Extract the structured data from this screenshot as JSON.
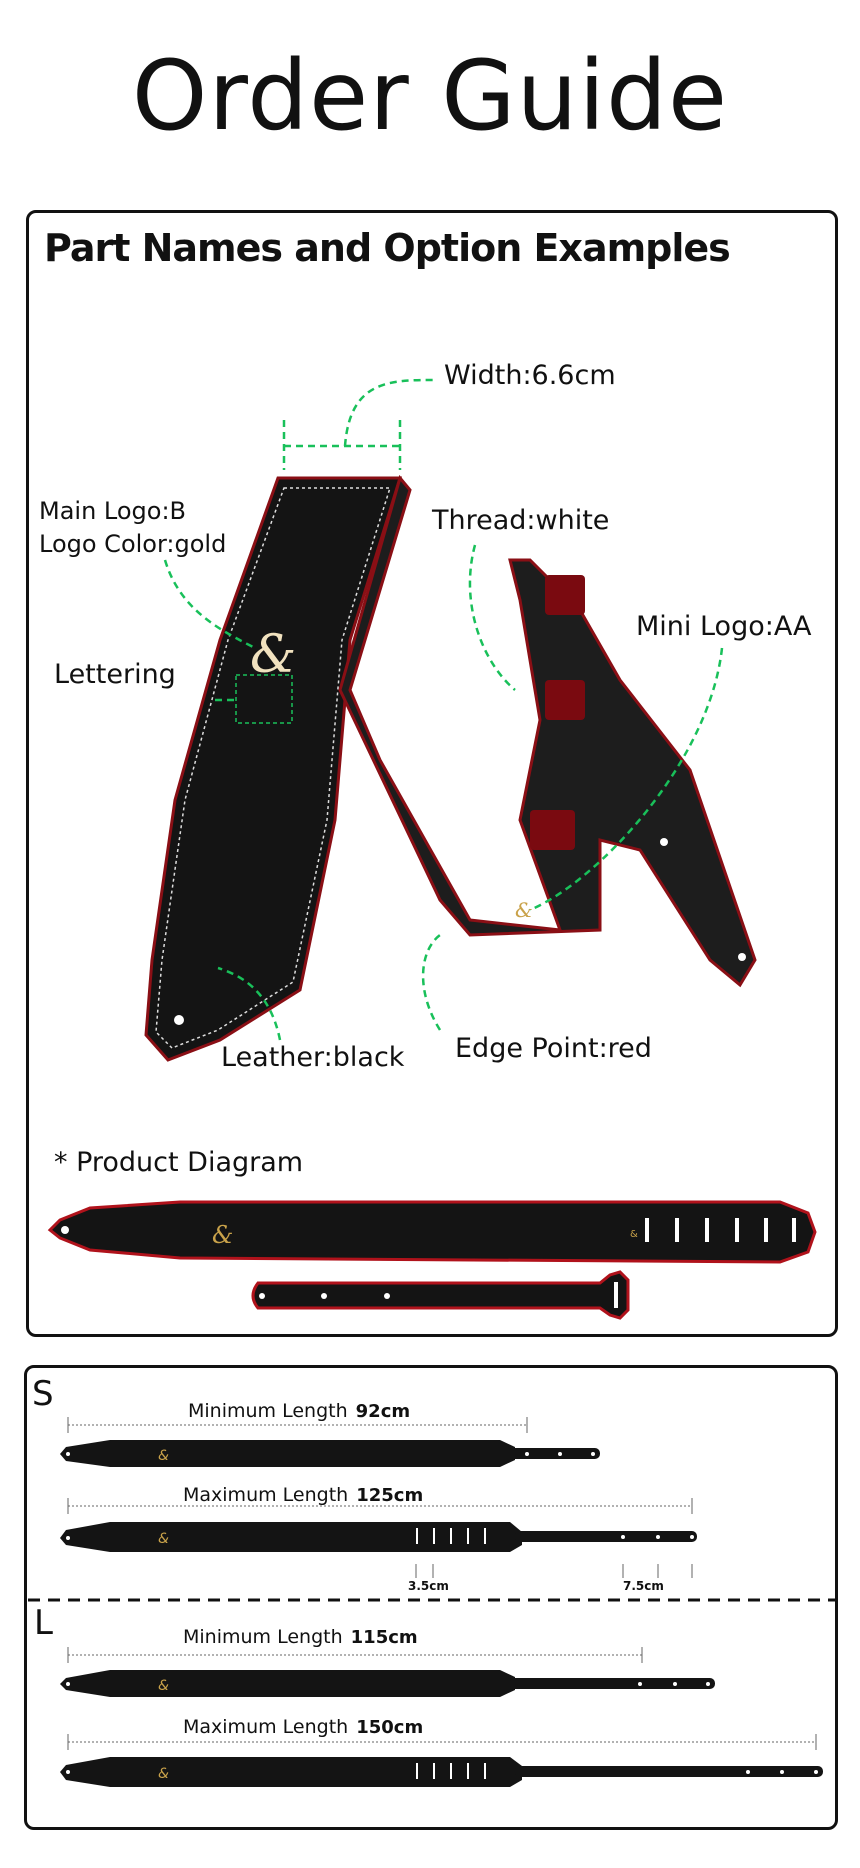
{
  "title": "Order Guide",
  "section1": {
    "heading": "Part Names and Option Examples",
    "labels": {
      "width": "Width:6.6cm",
      "main_logo": "Main Logo:B",
      "logo_color": "Logo Color:gold",
      "thread": "Thread:white",
      "mini_logo": "Mini Logo:AA",
      "lettering": "Lettering",
      "leather": "Leather:black",
      "edge_point": "Edge Point:red"
    },
    "diagram_label": "* Product Diagram"
  },
  "sizes": [
    {
      "size": "S",
      "min_label": "Minimum Length",
      "min_value": "92cm",
      "max_label": "Maximum Length",
      "max_value": "125cm",
      "hole_gap": "3.5cm",
      "tail_gap": "7.5cm"
    },
    {
      "size": "L",
      "min_label": "Minimum Length",
      "min_value": "115cm",
      "max_label": "Maximum Length",
      "max_value": "150cm"
    }
  ],
  "colors": {
    "leather": "#141414",
    "edge": "#b0121b",
    "logo": "#c9a24a",
    "guide": "#19c05a"
  }
}
